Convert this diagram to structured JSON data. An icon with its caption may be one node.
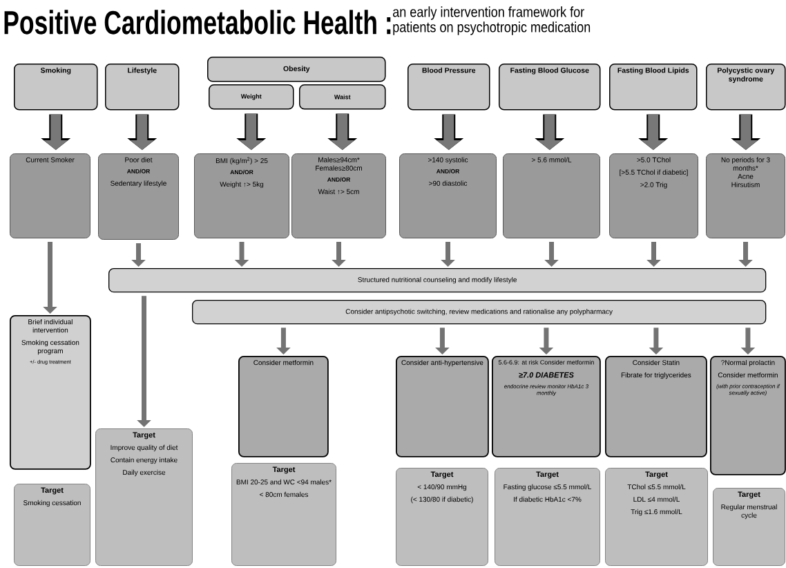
{
  "diagram": {
    "title": "Positive Cardiometabolic Health :",
    "labels": [
      "an early intervention framework for patients on psychotropic medication"
    ],
    "nodes": [
      {
        "text": [
          "Smoking"
        ]
      },
      {
        "text": [
          "Lifestyle"
        ]
      },
      {
        "text": [
          "Obesity"
        ]
      },
      {
        "text": [
          "Weight"
        ]
      },
      {
        "text": [
          "Waist"
        ]
      },
      {
        "text": [
          "Blood Pressure"
        ]
      },
      {
        "text": [
          "Fasting Blood Glucose"
        ]
      },
      {
        "text": [
          "Fasting Blood Lipids"
        ]
      },
      {
        "text": [
          "Polycystic ovary syndrome"
        ]
      },
      {
        "text": [
          "Current Smoker"
        ]
      },
      {
        "text": [
          "Poor diet",
          "AND/OR",
          "Sedentary lifestyle"
        ]
      },
      {
        "text": [
          "BMI (kg/m$^{2}$) > 25",
          "AND/OR",
          "Weight ↑> 5kg"
        ]
      },
      {
        "text": [
          "Males≥94cm* Females≥80cm",
          "AND/OR",
          "Waist ↑> 5cm"
        ]
      },
      {
        "text": [
          ">140 systolic",
          "AND/OR",
          ">90 diastolic"
        ]
      },
      {
        "text": [
          "> 5.6 mmol/L"
        ]
      },
      {
        "text": [
          ">5.0 TChol",
          "[>5.5 TChol if diabetic]",
          ">2.0 Trig"
        ]
      },
      {
        "text": [
          "No periods for 3 months*",
          "Acne",
          "Hirsutism"
        ]
      },
      {
        "text": [
          "Structured nutritional counseling and modify lifestyle"
        ]
      },
      {
        "text": [
          "Consider antipsychotic switching, review medications and rationalise any polypharmacy"
        ]
      },
      {
        "text": [
          "Brief individual intervention",
          "Smoking cessation program",
          "+/- drug treatment"
        ]
      },
      {
        "text": [
          "Target",
          "Smoking cessation"
        ]
      },
      {
        "text": [
          "Target",
          "Improve quality of diet",
          "Contain energy intake",
          "Daily exercise"
        ]
      },
      {
        "text": [
          "Consider metformin"
        ]
      },
      {
        "text": [
          "Target",
          "BMI 20-25 and WC <94 males*",
          "< 80cm females"
        ]
      },
      {
        "text": [
          "Consider anti-hypertensive"
        ]
      },
      {
        "text": [
          "5.6-6.9: at risk Consider metformin",
          "≥7.0 DIABETES",
          "endocrine review monitor HbA1c 3 monthly"
        ]
      },
      {
        "text": [
          "Consider Statin",
          "Fibrate for triglycerides"
        ]
      },
      {
        "text": [
          "?Normal prolactin",
          "Consider metformin",
          "(with prior contraception if sexually active)"
        ]
      },
      {
        "text": [
          "Target",
          "< 140/90 mmHg",
          "(< 130/80 if diabetic)"
        ]
      },
      {
        "text": [
          "Target",
          "Fasting glucose ≤5.5 mmol/L",
          "If diabetic HbA1c <7%"
        ]
      },
      {
        "text": [
          "Target",
          "TChol ≤5.5 mmol/L",
          "LDL ≤4 mmol/L",
          "Trig ≤1.6 mmol/L"
        ]
      },
      {
        "text": [
          "Target",
          "Regular menstrual cycle"
        ]
      }
    ],
    "edges": [
      {
        "from": 0,
        "to": 9,
        "arrow": "to",
        "style": "thick"
      },
      {
        "from": 1,
        "to": 10,
        "arrow": "to",
        "style": "thick"
      },
      {
        "from": 3,
        "to": 11,
        "arrow": "to",
        "style": "thick"
      },
      {
        "from": 4,
        "to": 12,
        "arrow": "to",
        "style": "thick"
      },
      {
        "from": 5,
        "to": 13,
        "arrow": "to",
        "style": "thick"
      },
      {
        "from": 6,
        "to": 14,
        "arrow": "to",
        "style": "thick"
      },
      {
        "from": 7,
        "to": 15,
        "arrow": "to",
        "style": "thick"
      },
      {
        "from": 8,
        "to": 16,
        "arrow": "to",
        "style": "thick"
      },
      {
        "from": 9,
        "to": 19,
        "arrow": "to"
      },
      {
        "from": 10,
        "to": 17,
        "arrow": "to"
      },
      {
        "from": 11,
        "to": 17,
        "arrow": "to"
      },
      {
        "from": 12,
        "to": 17,
        "arrow": "to"
      },
      {
        "from": 13,
        "to": 17,
        "arrow": "to"
      },
      {
        "from": 14,
        "to": 17,
        "arrow": "to"
      },
      {
        "from": 15,
        "to": 17,
        "arrow": "to"
      },
      {
        "from": 16,
        "to": 17,
        "arrow": "to"
      },
      {
        "from": 17,
        "to": 21,
        "arrow": "to"
      },
      {
        "from": 18,
        "to": 22,
        "arrow": "to"
      },
      {
        "from": 18,
        "to": 24,
        "arrow": "to"
      },
      {
        "from": 18,
        "to": 25,
        "arrow": "to"
      },
      {
        "from": 18,
        "to": 26,
        "arrow": "to"
      },
      {
        "from": 18,
        "to": 27,
        "arrow": "to"
      }
    ]
  }
}
